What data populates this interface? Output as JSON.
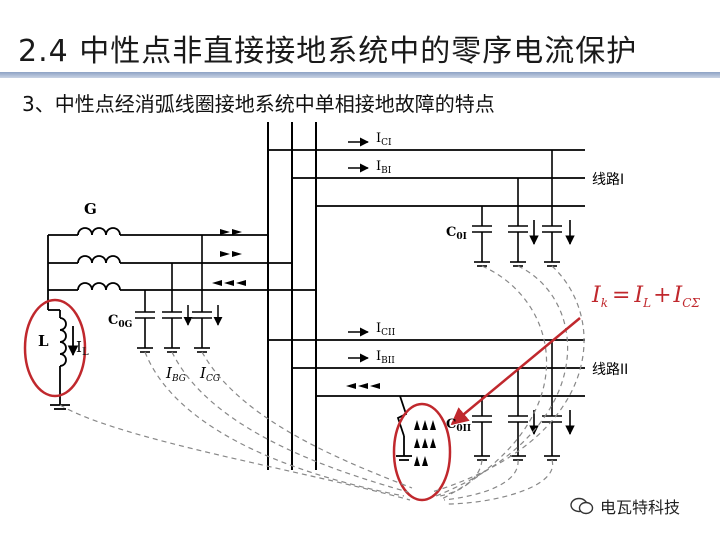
{
  "header": {
    "title": "2.4 中性点非直接接地系统中的零序电流保护",
    "subtitle": "3、中性点经消弧线圈接地系统中单相接地故障的特点"
  },
  "diagram": {
    "generator_label": "G",
    "coil_label": "L",
    "coil_current_label": "I",
    "coil_current_sub": "L",
    "gen_cap_label": "C",
    "gen_cap_sub": "0G",
    "gen_current_b": "I",
    "gen_current_b_sub": "BG",
    "gen_current_c": "I",
    "gen_current_c_sub": "CG",
    "line1": {
      "label": "线路I",
      "current_c": "I",
      "current_c_sub": "CI",
      "current_b": "I",
      "current_b_sub": "BI",
      "cap_label": "C",
      "cap_sub": "0I"
    },
    "line2": {
      "label": "线路II",
      "current_c": "I",
      "current_c_sub": "CII",
      "current_b": "I",
      "current_b_sub": "BII",
      "cap_label": "C",
      "cap_sub": "0II"
    },
    "equation": {
      "lhs": "I",
      "lhs_sub": "k",
      "eq": "=",
      "t1": "I",
      "t1_sub": "L",
      "plus": "+",
      "t2": "I",
      "t2_sub": "CΣ"
    },
    "colors": {
      "line": "#000000",
      "highlight": "#c0282d",
      "dashed": "#888888"
    }
  },
  "watermark": {
    "text": "电瓦特科技",
    "icon": "wechat-icon"
  }
}
